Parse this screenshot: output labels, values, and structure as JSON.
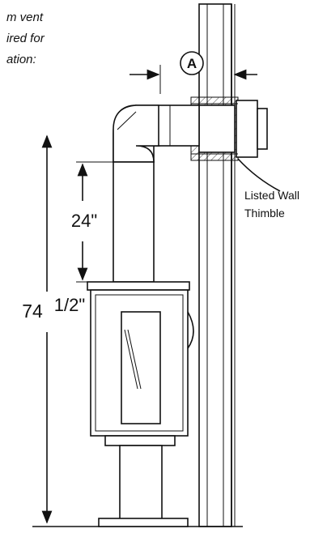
{
  "caption": {
    "line1": "m vent",
    "line2": "ired for",
    "line3": "ation:"
  },
  "marker": {
    "label": "A"
  },
  "dimensions": {
    "pipe_height": "24\"",
    "total_height_whole": "74",
    "total_height_fraction": "1/2\""
  },
  "callout": {
    "line1": "Listed Wall",
    "line2": "Thimble"
  }
}
